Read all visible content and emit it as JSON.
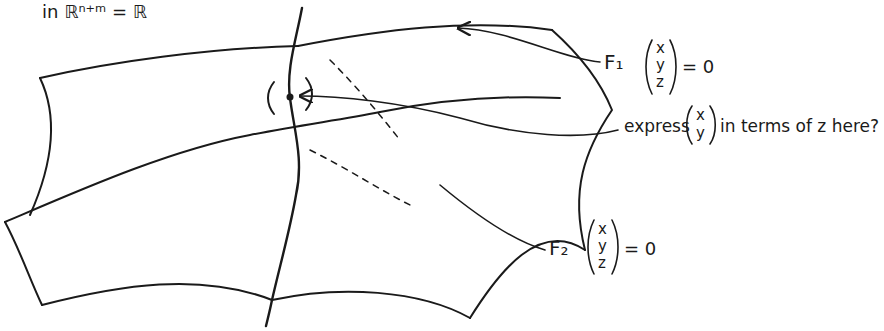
{
  "diagram": {
    "labels": [
      "in ℝⁿ⁺ᵐ = ℝ",
      "F₁",
      "x",
      "y",
      "z",
      "= 0",
      "express",
      "x",
      "y",
      "in terms of z here?",
      "F₂",
      "x",
      "y",
      "z",
      "= 0"
    ]
  }
}
